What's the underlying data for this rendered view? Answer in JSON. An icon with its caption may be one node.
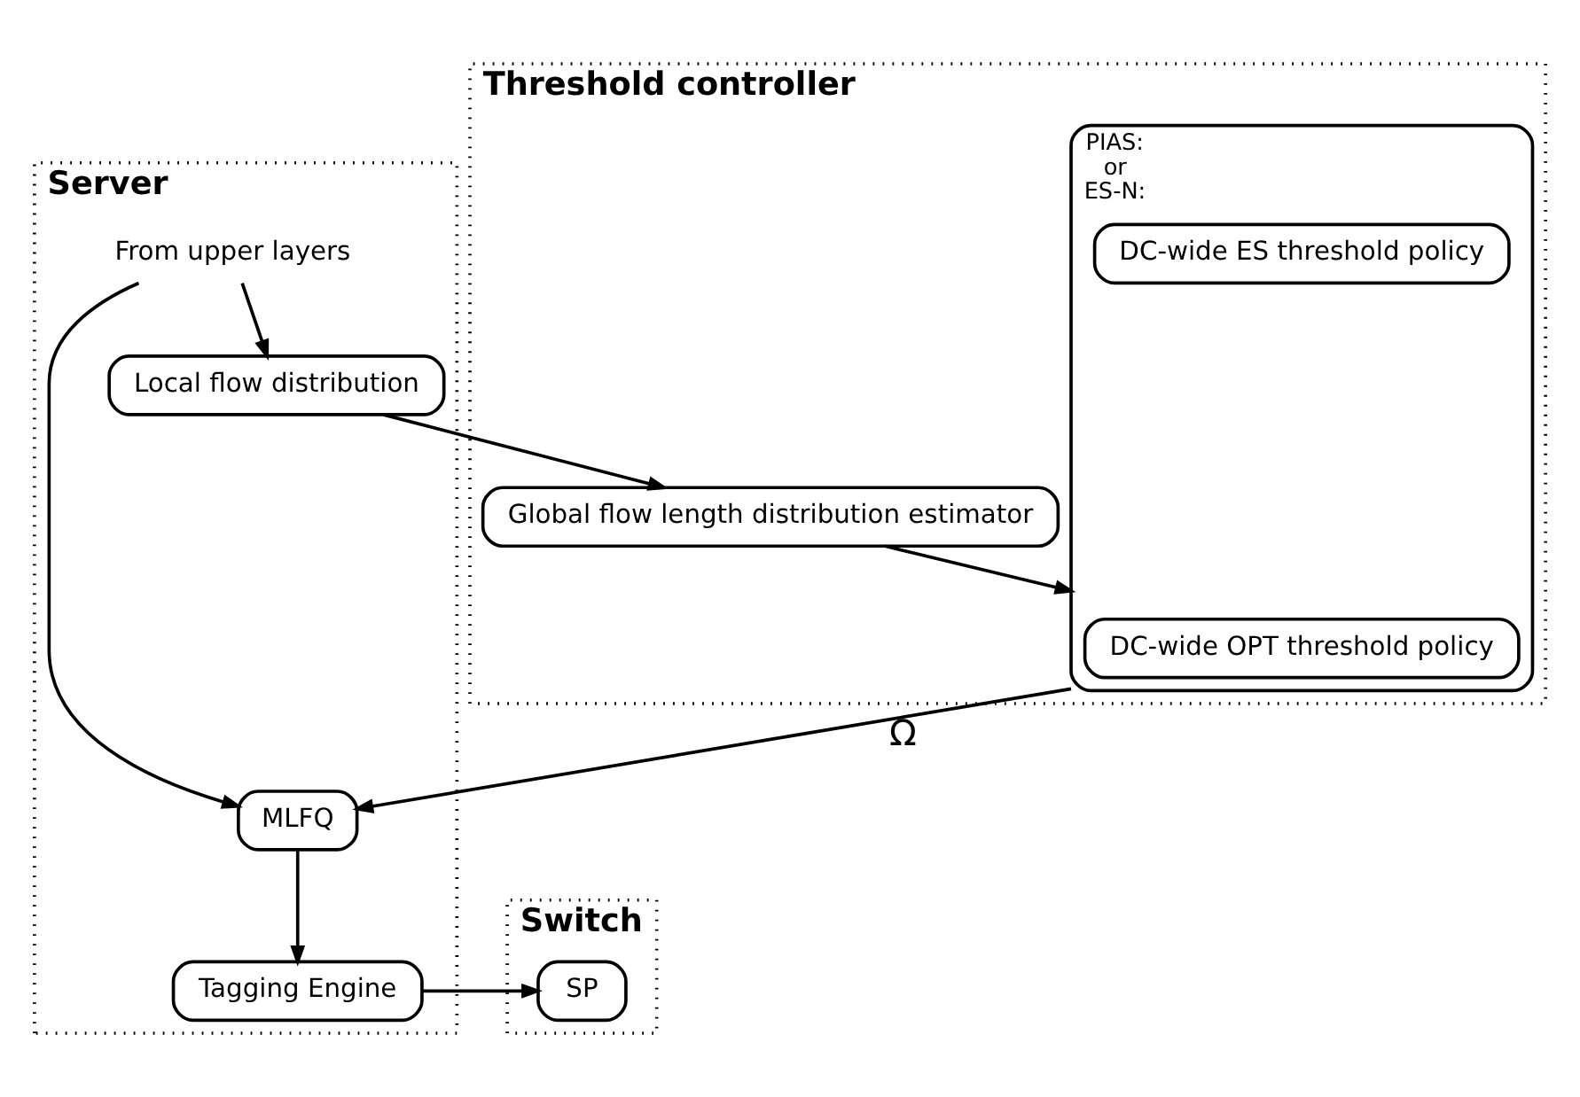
{
  "diagram": {
    "nodes": [
      {
        "text": [
          "Threshold controller"
        ]
      },
      {
        "text": [
          "Global flow length distribution estimator"
        ],
        "in": 0
      },
      {
        "text": [
          "PIAS:",
          "or",
          "ES-N:"
        ],
        "in": 0
      },
      {
        "text": [
          "DC-wide OPT threshold policy"
        ],
        "in": 2
      },
      {
        "text": [
          "DC-wide ES threshold policy"
        ],
        "in": 2
      },
      {
        "text": [
          "Server"
        ]
      },
      {
        "text": [
          "Local flow distribution"
        ],
        "in": 5
      },
      {
        "text": [
          "From upper layers"
        ],
        "in": 5
      },
      {
        "text": [
          "MLFQ"
        ],
        "in": 5
      },
      {
        "text": [
          "Tagging Engine"
        ],
        "in": 5
      },
      {
        "text": [
          "Switch"
        ]
      },
      {
        "text": [
          "SP"
        ],
        "in": 10
      }
    ],
    "edges": [
      {
        "from": 7,
        "to": 8,
        "arrow": "to"
      },
      {
        "from": 7,
        "to": 6,
        "arrow": "to"
      },
      {
        "from": 6,
        "to": 1,
        "arrow": "to"
      },
      {
        "from": 1,
        "to": 2,
        "arrow": "to"
      },
      {
        "from": 2,
        "to": 8,
        "arrow": "to",
        "label": "Ω"
      },
      {
        "from": 8,
        "to": 9,
        "arrow": "to"
      },
      {
        "from": 9,
        "to": 11,
        "arrow": "to"
      }
    ]
  }
}
